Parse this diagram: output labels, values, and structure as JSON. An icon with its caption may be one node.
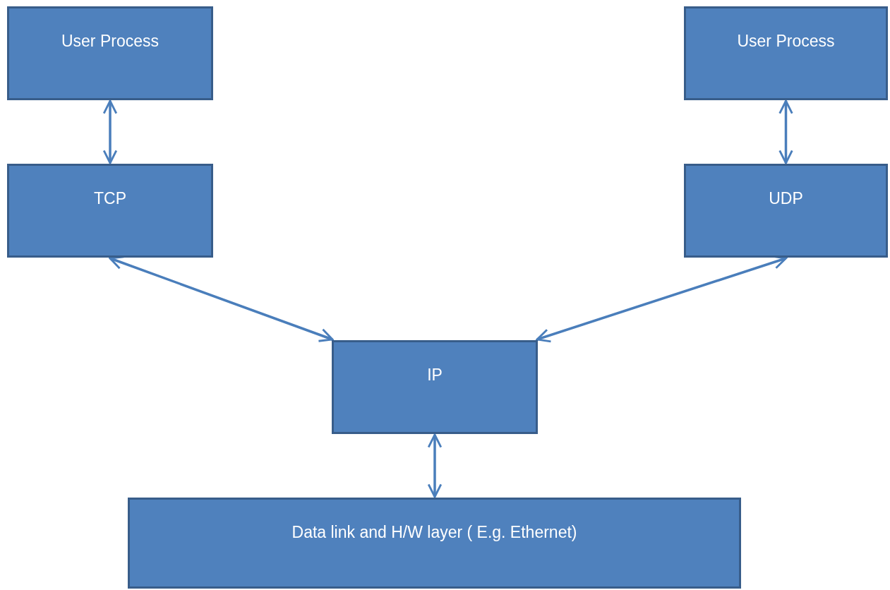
{
  "diagram": {
    "nodes": [
      {
        "text": [
          "User Process"
        ]
      },
      {
        "text": [
          "User Process"
        ]
      },
      {
        "text": [
          "TCP"
        ]
      },
      {
        "text": [
          "UDP"
        ]
      },
      {
        "text": [
          "IP"
        ]
      },
      {
        "text": [
          "Data link and H/W layer ( E.g. Ethernet)"
        ]
      }
    ],
    "edges": [
      {
        "from": 0,
        "to": 2,
        "arrow": "both"
      },
      {
        "from": 1,
        "to": 3,
        "arrow": "both"
      },
      {
        "from": 2,
        "to": 4,
        "arrow": "both"
      },
      {
        "from": 3,
        "to": 4,
        "arrow": "both"
      },
      {
        "from": 4,
        "to": 5,
        "arrow": "both"
      }
    ]
  }
}
